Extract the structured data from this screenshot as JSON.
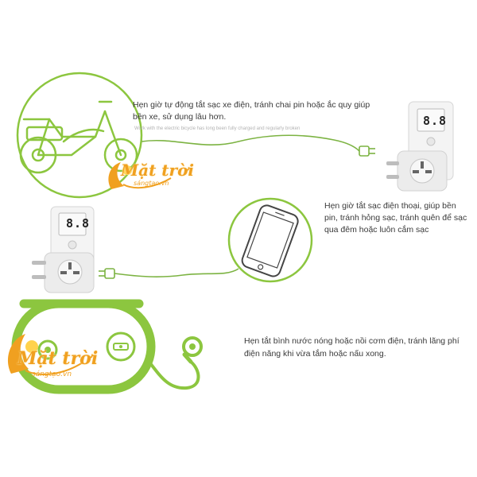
{
  "section1": {
    "description": "Hẹn giờ tự động tắt sạc xe điện, tránh chai pin hoặc ắc quy giúp bền xe, sử dụng lâu hơn.",
    "subtitle": "Work with the electric bicycle has long been fully charged and regularly broken"
  },
  "section2": {
    "description": "Hẹn giờ tắt sạc điện thoại, giúp bền pin, tránh hỏng sạc, tránh quên để sạc qua đêm hoặc luôn cắm sạc"
  },
  "section3": {
    "description": "Hẹn tắt bình nước nóng hoặc nồi cơm điện, tránh lãng phí điện năng khi vừa tắm hoặc nấu xong."
  },
  "logo": {
    "main": "Mặt trời",
    "sub": "sángtạo.vn"
  },
  "timer_display": "8.8",
  "colors": {
    "accent_green": "#8cc63f",
    "logo_orange": "#f0a020",
    "device_white": "#f4f4f4"
  }
}
